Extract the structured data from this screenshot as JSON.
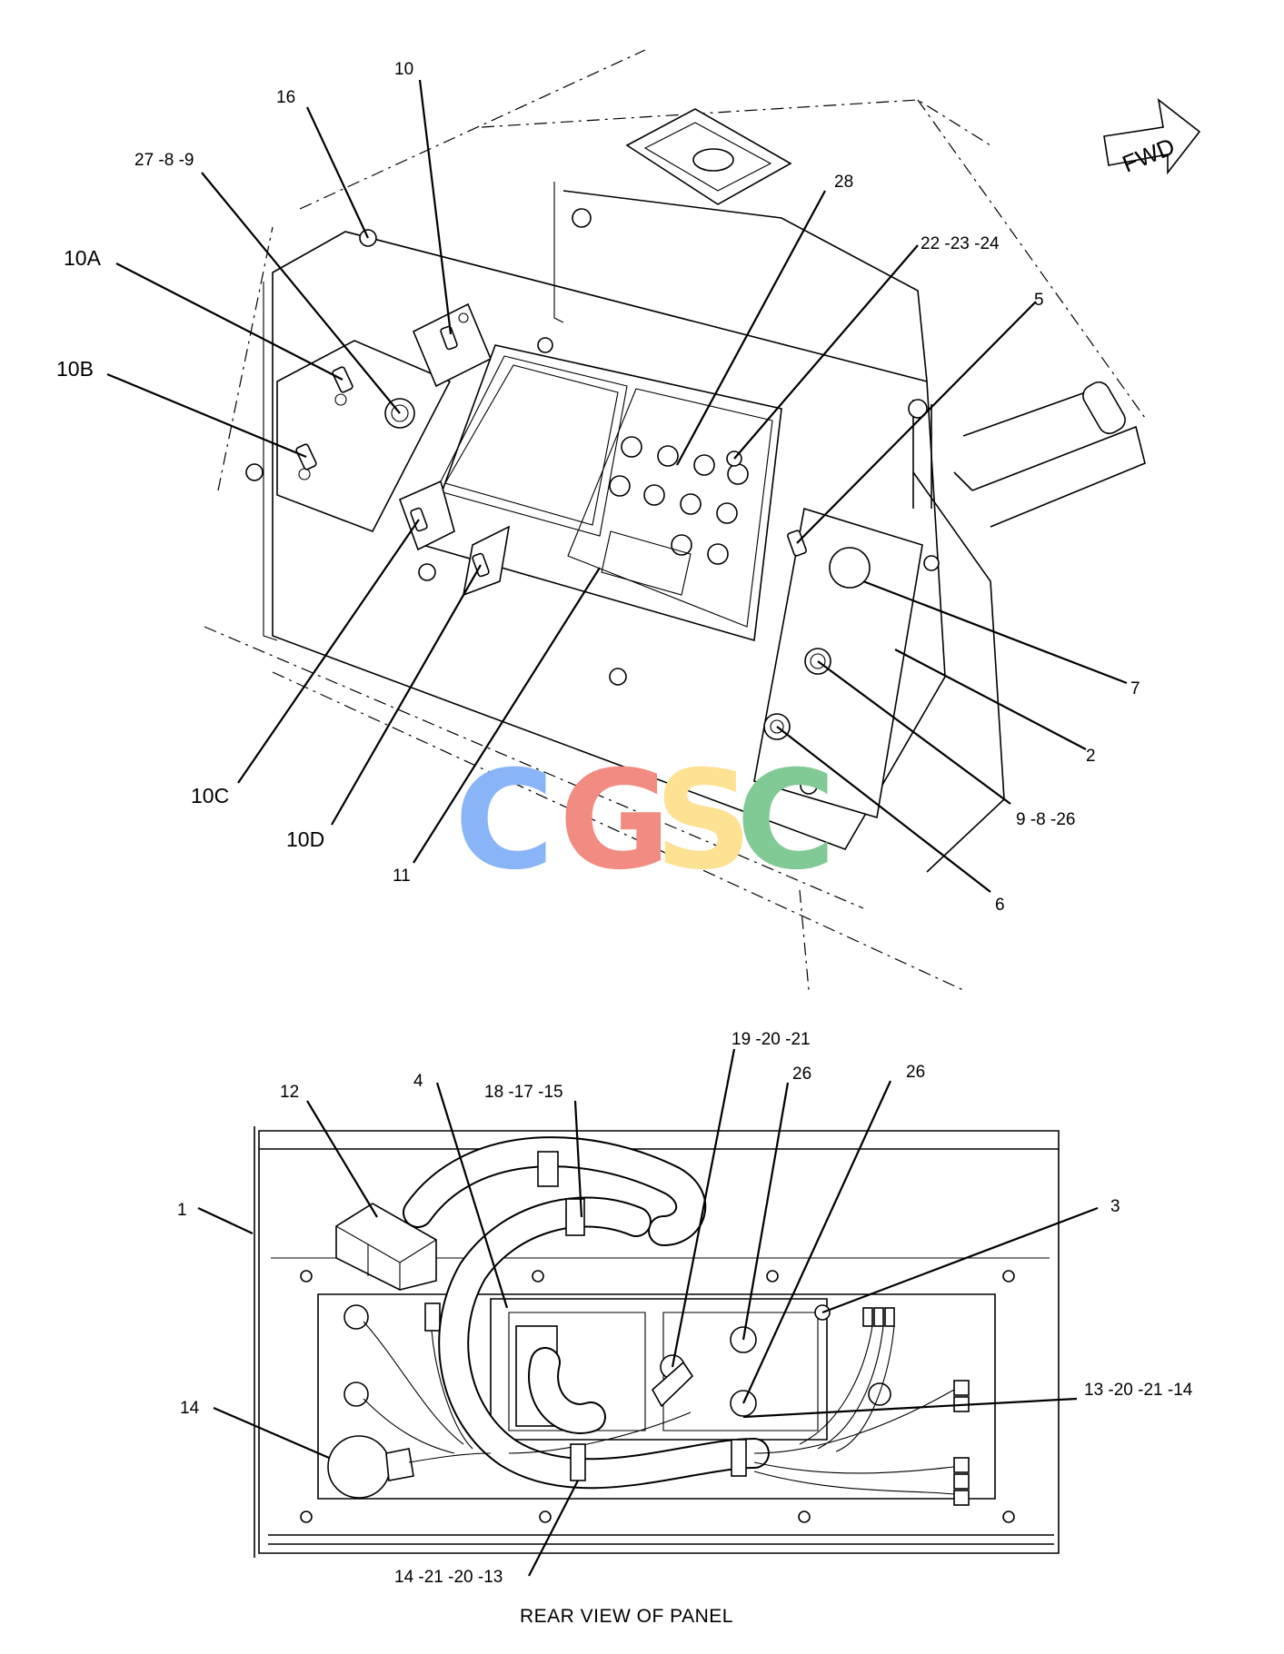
{
  "direction_arrow": {
    "label": "FWD"
  },
  "watermark": {
    "letters": [
      "C",
      "G",
      "S",
      "C"
    ],
    "colors": [
      "#8ab4f8",
      "#f28b82",
      "#fde293",
      "#81c995"
    ]
  },
  "callouts": {
    "c10": "10",
    "c16": "16",
    "c27_8_9": "27 -8 -9",
    "c10A": "10A",
    "c10B": "10B",
    "c28": "28",
    "c22_23_24": "22 -23 -24",
    "c5": "5",
    "c7": "7",
    "c2": "2",
    "c9_8_26": "9 -8 -26",
    "c6": "6",
    "c10C": "10C",
    "c10D": "10D",
    "c11": "11",
    "c19_20_21": "19 -20 -21",
    "c26a": "26",
    "c26b": "26",
    "c12": "12",
    "c4": "4",
    "c18_17_15": "18 -17 -15",
    "c1": "1",
    "c3": "3",
    "c13_20_21_14": "13 -20 -21 -14",
    "c14": "14",
    "c14_21_20_13": "14 -21 -20 -13"
  },
  "caption": "REAR VIEW OF PANEL"
}
